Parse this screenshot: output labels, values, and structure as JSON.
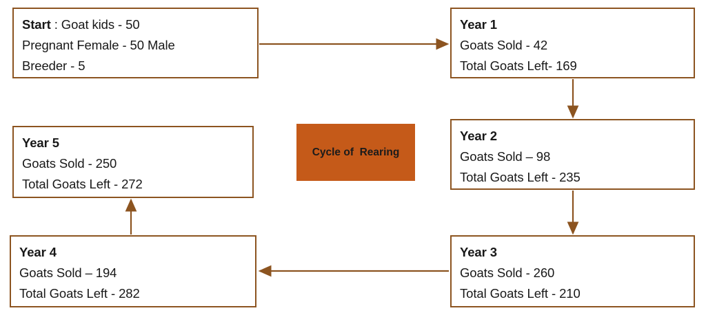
{
  "diagram": {
    "title": "Cycle of Rearing goat flowchart",
    "badge": {
      "label": "Cycle of  Rearing",
      "fill": "#C55A19",
      "text_color": "#1b1b1b"
    },
    "style": {
      "box_border_color": "#8C5420",
      "box_fill": "#ffffff",
      "arrow_color": "#8C5420",
      "text_color": "#181818"
    },
    "nodes": [
      {
        "id": "start",
        "lead": "Start",
        "lines": [
          " : Goat kids - 50",
          "Pregnant Female - 50 Male",
          "Breeder - 5"
        ]
      },
      {
        "id": "year1",
        "heading": "Year 1",
        "lines": [
          "Goats Sold - 42",
          "Total Goats Left- 169"
        ]
      },
      {
        "id": "year2",
        "heading": "Year 2",
        "lines": [
          "Goats Sold – 98",
          "Total Goats Left - 235"
        ]
      },
      {
        "id": "year3",
        "heading": "Year 3",
        "lines": [
          "Goats Sold - 260",
          "Total Goats Left - 210"
        ]
      },
      {
        "id": "year4",
        "heading": "Year 4",
        "lines": [
          "Goats Sold – 194",
          "Total Goats Left - 282"
        ]
      },
      {
        "id": "year5",
        "heading": "Year 5",
        "lines": [
          "Goats Sold - 250",
          "Total Goats Left - 272"
        ]
      }
    ],
    "edges": [
      {
        "id": "start-to-year1",
        "from": "start",
        "to": "year1",
        "direction": "right"
      },
      {
        "id": "year1-to-year2",
        "from": "year1",
        "to": "year2",
        "direction": "down"
      },
      {
        "id": "year2-to-year3",
        "from": "year2",
        "to": "year3",
        "direction": "down"
      },
      {
        "id": "year3-to-year4",
        "from": "year3",
        "to": "year4",
        "direction": "left"
      },
      {
        "id": "year4-to-year5",
        "from": "year4",
        "to": "year5",
        "direction": "up"
      }
    ]
  }
}
